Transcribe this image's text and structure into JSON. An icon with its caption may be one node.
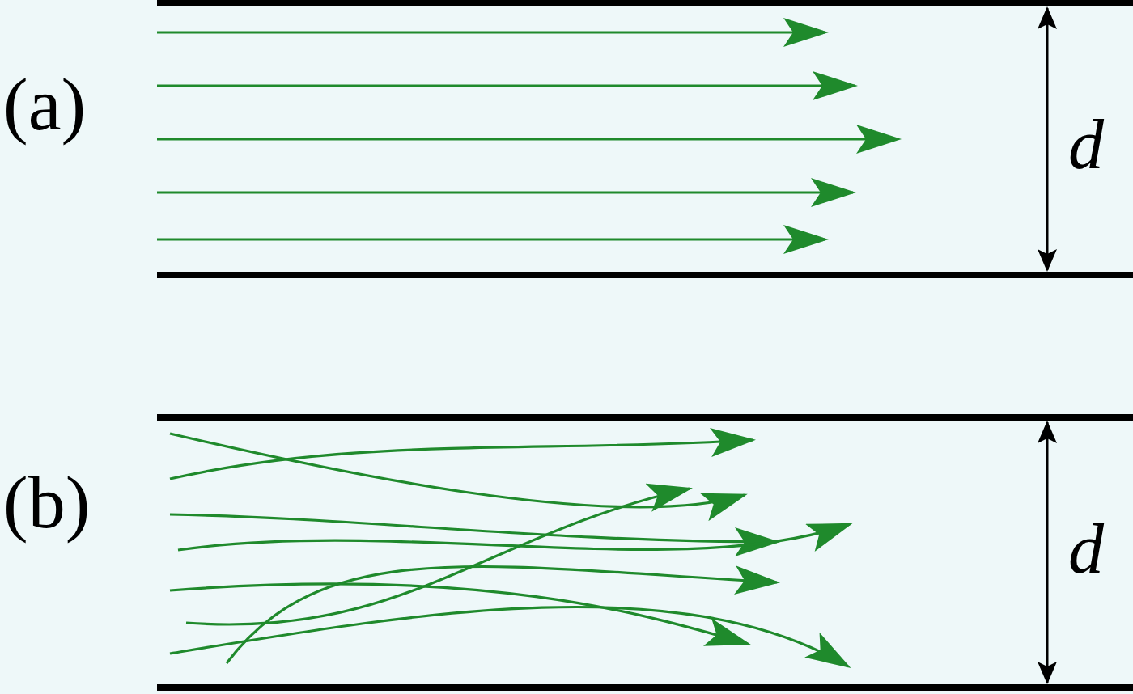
{
  "diagram": {
    "labels": [
      "(a)",
      "d",
      "(b)",
      "d"
    ]
  }
}
